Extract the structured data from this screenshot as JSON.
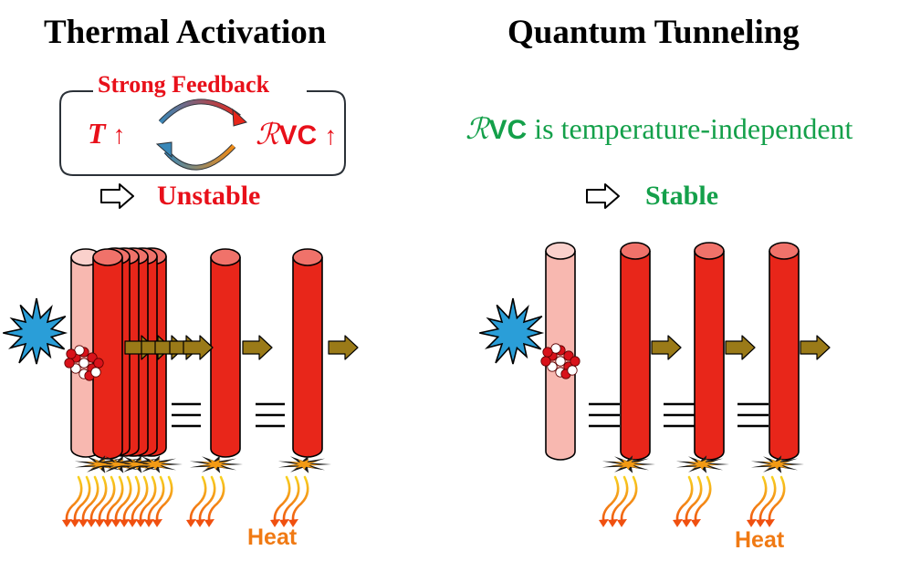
{
  "left": {
    "title": "Thermal Activation",
    "box_label": "Strong Feedback",
    "temp": "T",
    "rvc": "ℛ",
    "rvc_sub": "VC",
    "up": "↑",
    "result": "Unstable",
    "heat": "Heat"
  },
  "right": {
    "title": "Quantum Tunneling",
    "rvc": "ℛ",
    "rvc_sub": "VC",
    "independent_text": "is temperature-independent",
    "result": "Stable",
    "heat": "Heat"
  },
  "colors": {
    "red_text": "#e8101a",
    "green_text": "#14a04a",
    "bar_red": "#e8261a",
    "bar_pink": "#f8b8b0",
    "arrow_olive": "#9a7a18",
    "burst_blue": "#2a9ed8",
    "heat_orange": "#f07a14"
  },
  "icons": [
    "open-arrow-icon",
    "cycle-arrows-icon",
    "impact-burst-icon",
    "particle-cluster-icon",
    "flame-spark-icon",
    "heat-wave-icon"
  ]
}
